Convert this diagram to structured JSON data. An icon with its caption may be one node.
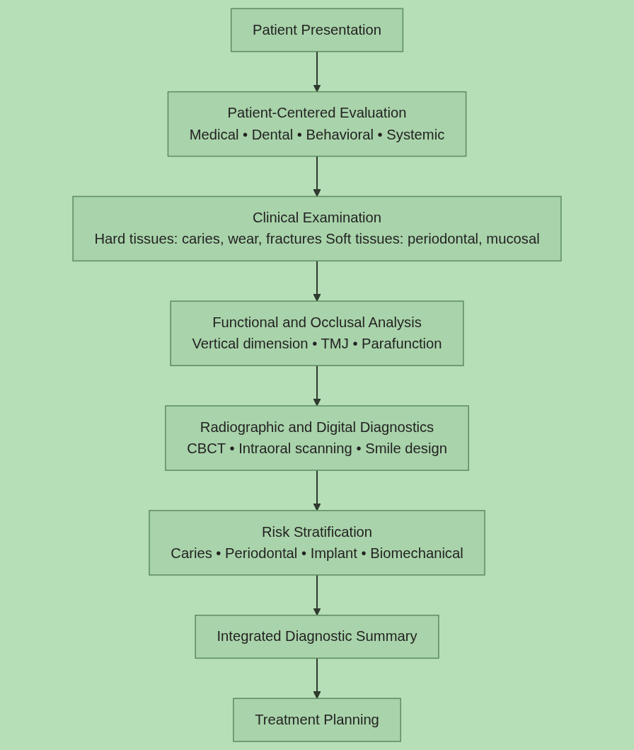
{
  "diagram": {
    "nodes": [
      {
        "text": [
          "Patient Presentation"
        ]
      },
      {
        "text": [
          "Patient-Centered Evaluation",
          "Medical • Dental • Behavioral • Systemic"
        ]
      },
      {
        "text": [
          "Clinical Examination",
          "Hard tissues: caries, wear, fractures Soft tissues: periodontal, mucosal"
        ]
      },
      {
        "text": [
          "Functional and Occlusal Analysis",
          "Vertical dimension • TMJ • Parafunction"
        ]
      },
      {
        "text": [
          "Radiographic and Digital Diagnostics",
          "CBCT • Intraoral scanning • Smile design"
        ]
      },
      {
        "text": [
          "Risk Stratification",
          "Caries • Periodontal • Implant • Biomechanical"
        ]
      },
      {
        "text": [
          "Integrated Diagnostic Summary"
        ]
      },
      {
        "text": [
          "Treatment Planning"
        ]
      }
    ],
    "edges": [
      {
        "from": 0,
        "to": 1,
        "arrow": "to"
      },
      {
        "from": 1,
        "to": 2,
        "arrow": "to"
      },
      {
        "from": 2,
        "to": 3,
        "arrow": "to"
      },
      {
        "from": 3,
        "to": 4,
        "arrow": "to"
      },
      {
        "from": 4,
        "to": 5,
        "arrow": "to"
      },
      {
        "from": 5,
        "to": 6,
        "arrow": "to"
      },
      {
        "from": 6,
        "to": 7,
        "arrow": "to"
      }
    ]
  }
}
